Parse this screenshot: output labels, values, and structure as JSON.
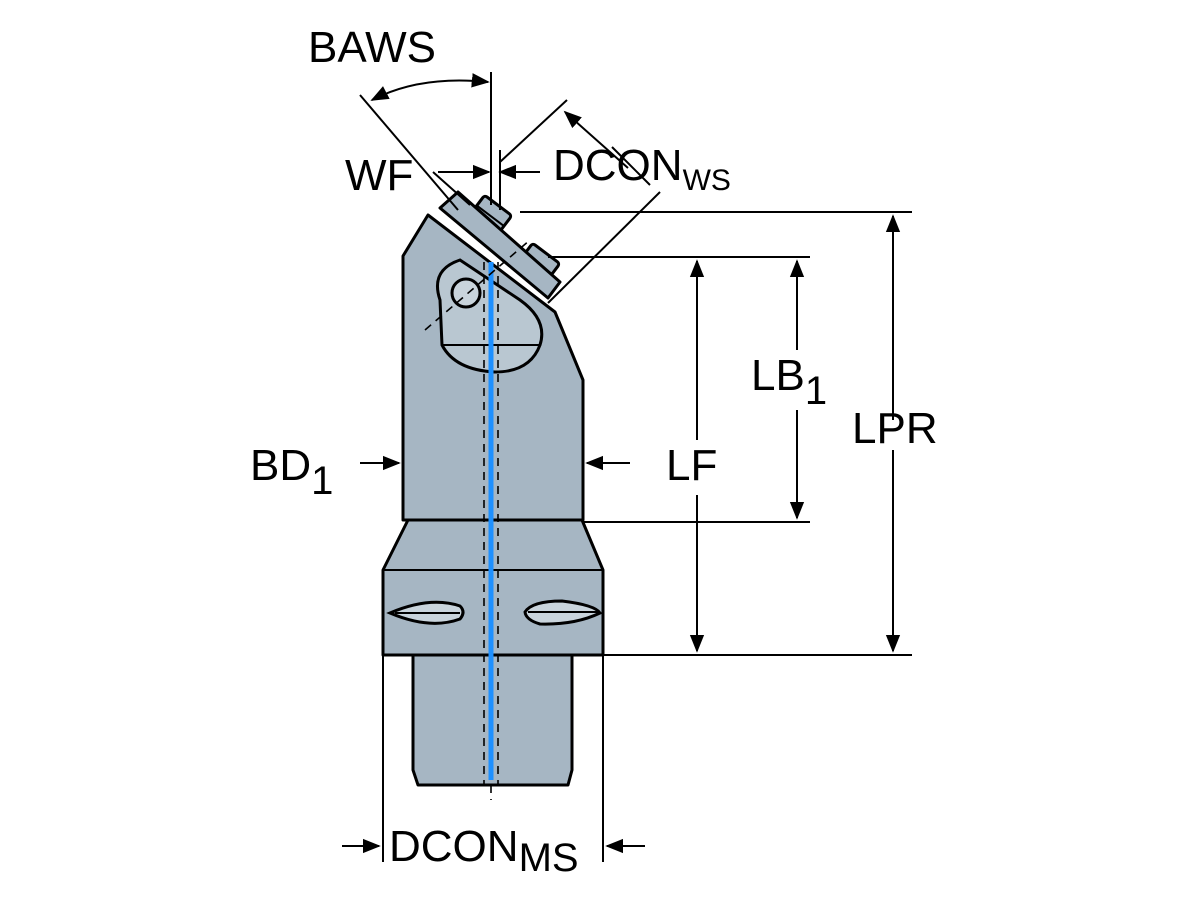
{
  "labels": {
    "baws": "BAWS",
    "wf": "WF",
    "dcon_ws_main": "DCON",
    "dcon_ws_sub": "WS",
    "lb1_main": "LB",
    "lb1_sub": "1",
    "lpr": "LPR",
    "bd1_main": "BD",
    "bd1_sub": "1",
    "lf": "LF",
    "dcon_ms_main": "DCON",
    "dcon_ms_sub": "MS"
  },
  "colors": {
    "body": "#a6b6c3",
    "coolant_channel": "#1e90ff",
    "lines": "#000000"
  }
}
